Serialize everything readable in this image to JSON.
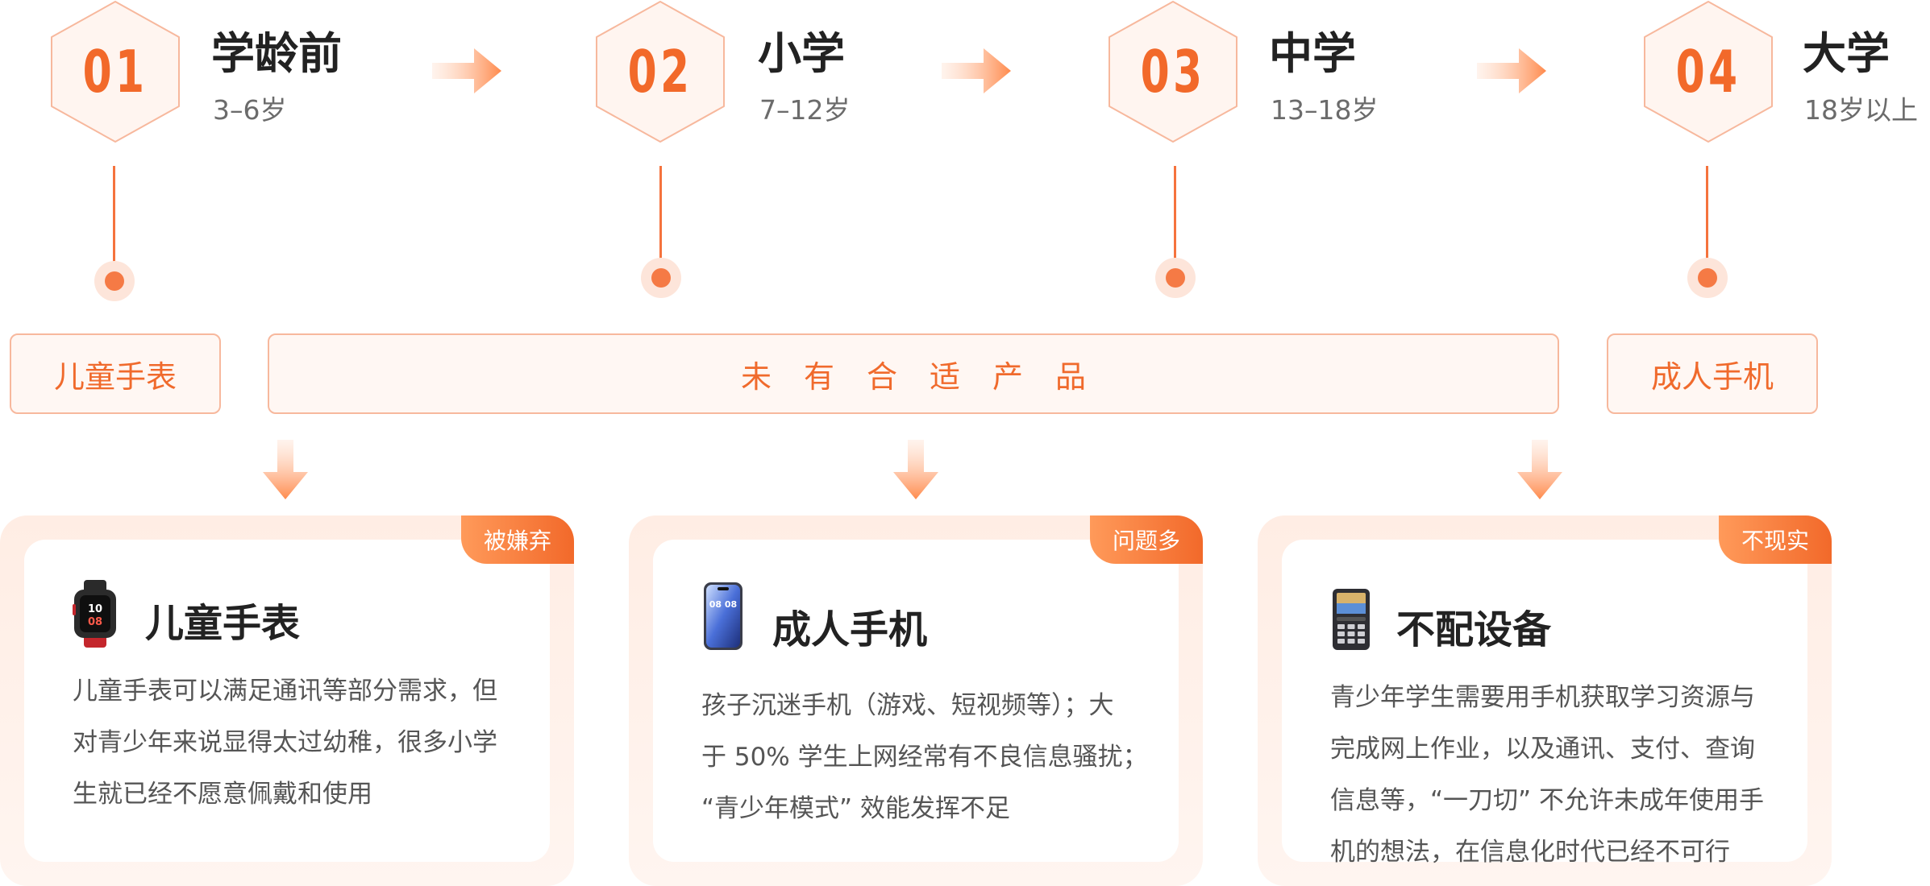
{
  "stages": [
    {
      "number": "01",
      "title": "学龄前",
      "age": "3–6岁"
    },
    {
      "number": "02",
      "title": "小学",
      "age": "7–12岁"
    },
    {
      "number": "03",
      "title": "中学",
      "age": "13–18岁"
    },
    {
      "number": "04",
      "title": "大学",
      "age": "18岁以上"
    }
  ],
  "labels": {
    "left": "儿童手表",
    "middle": "未有合适产品",
    "right": "成人手机"
  },
  "cards": [
    {
      "tag": "被嫌弃",
      "title": "儿童手表",
      "icon": "smartwatch-icon",
      "desc": [
        "儿童手表可以满足通讯等部分需求，但",
        "对青少年来说显得太过幼稚，很多小学",
        "生就已经不愿意佩戴和使用"
      ]
    },
    {
      "tag": "问题多",
      "title": "成人手机",
      "icon": "smartphone-icon",
      "desc": [
        "孩子沉迷手机（游戏、短视频等）；大",
        "于 50% 学生上网经常有不良信息骚扰；",
        "“青少年模式” 效能发挥不足"
      ]
    },
    {
      "tag": "不现实",
      "title": "不配设备",
      "icon": "feature-phone-icon",
      "desc": [
        "青少年学生需要用手机获取学习资源与",
        "完成网上作业，以及通讯、支付、查询",
        "信息等，“一刀切” 不允许未成年使用手",
        "机的想法，在信息化时代已经不可行"
      ]
    }
  ],
  "colors": {
    "accent": "#f2692a",
    "accent_light": "#fde5da",
    "border": "#f7b89d"
  },
  "device_screen": {
    "time_hour": "10",
    "time_minute": "08",
    "phone_time": "08 08"
  }
}
